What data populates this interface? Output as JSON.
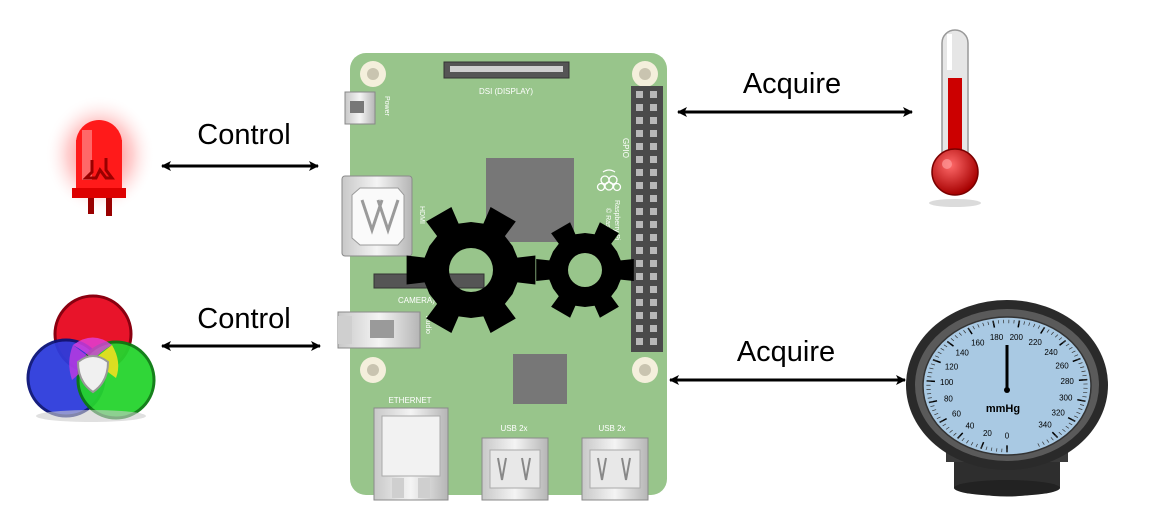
{
  "labels": {
    "control_top": "Control",
    "control_bottom": "Control",
    "acquire_top": "Acquire",
    "acquire_bottom": "Acquire"
  },
  "board": {
    "dsi": "DSI (DISPLAY)",
    "power": "Power",
    "gpio": "GPIO",
    "hdmi": "HDMI",
    "camera": "CAMERA)",
    "audio": "Audio",
    "ethernet": "ETHERNET",
    "usb_left": "USB 2x",
    "usb_right": "USB 2x",
    "brand_line1": "Raspberry Pi",
    "brand_line2": "© Raspberry"
  },
  "gauge": {
    "unit": "mmHg",
    "ticks": [
      "0",
      "20",
      "40",
      "60",
      "80",
      "100",
      "120",
      "140",
      "160",
      "180",
      "200",
      "220",
      "240",
      "260",
      "280",
      "300",
      "320",
      "340"
    ]
  },
  "colors": {
    "board": "#98c58b",
    "gear": "#000000",
    "arrow": "#000000",
    "led": "#ff0000",
    "thermometer": "#cc0000",
    "gauge_face": "#a9c9e3"
  }
}
